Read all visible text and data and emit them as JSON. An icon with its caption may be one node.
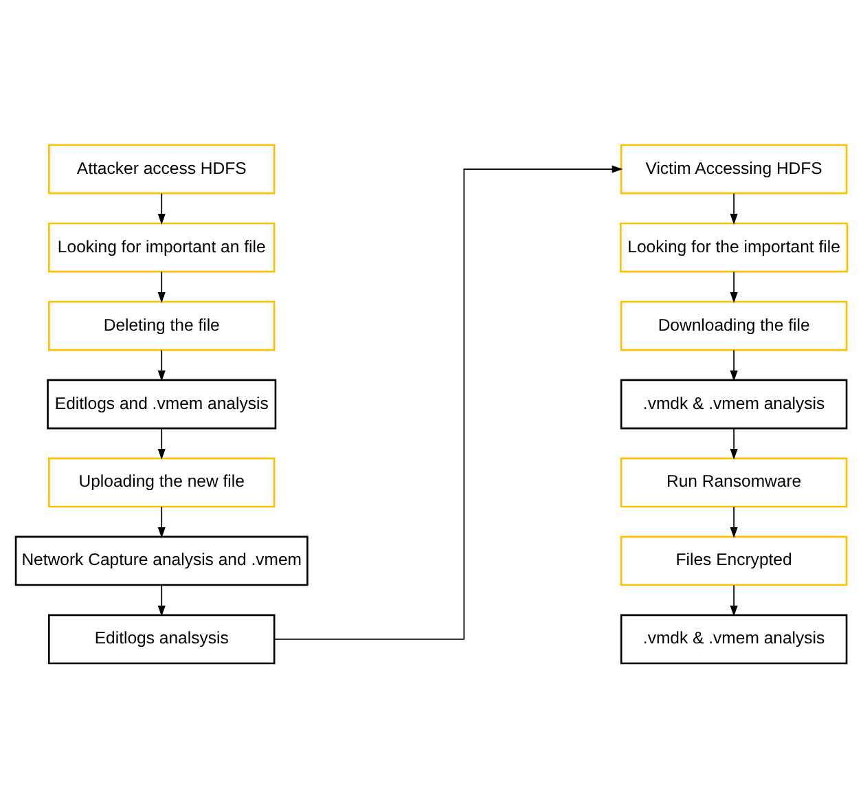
{
  "diagram": {
    "nodes": [
      {
        "text": [
          "Attacker access HDFS"
        ]
      },
      {
        "text": [
          "Looking for important an file"
        ]
      },
      {
        "text": [
          "Deleting the file"
        ]
      },
      {
        "text": [
          "Editlogs and .vmem analysis"
        ]
      },
      {
        "text": [
          "Uploading the new file"
        ]
      },
      {
        "text": [
          "Network Capture analysis and .vmem"
        ]
      },
      {
        "text": [
          "Editlogs analsysis"
        ]
      },
      {
        "text": [
          "Victim Accessing HDFS"
        ]
      },
      {
        "text": [
          "Looking for the important file"
        ]
      },
      {
        "text": [
          "Downloading the file"
        ]
      },
      {
        "text": [
          ".vmdk & .vmem analysis"
        ]
      },
      {
        "text": [
          "Run Ransomware"
        ]
      },
      {
        "text": [
          "Files Encrypted"
        ]
      },
      {
        "text": [
          ".vmdk & .vmem analysis"
        ]
      }
    ],
    "edges": [
      {
        "from": 0,
        "to": 1,
        "arrow": "to"
      },
      {
        "from": 1,
        "to": 2,
        "arrow": "to"
      },
      {
        "from": 2,
        "to": 3,
        "arrow": "to"
      },
      {
        "from": 3,
        "to": 4,
        "arrow": "to"
      },
      {
        "from": 4,
        "to": 5,
        "arrow": "to"
      },
      {
        "from": 5,
        "to": 6,
        "arrow": "to"
      },
      {
        "from": 6,
        "to": 7,
        "arrow": "to"
      },
      {
        "from": 7,
        "to": 8,
        "arrow": "to"
      },
      {
        "from": 8,
        "to": 9,
        "arrow": "to"
      },
      {
        "from": 9,
        "to": 10,
        "arrow": "to"
      },
      {
        "from": 10,
        "to": 11,
        "arrow": "to"
      },
      {
        "from": 11,
        "to": 12,
        "arrow": "to"
      },
      {
        "from": 12,
        "to": 13,
        "arrow": "to"
      }
    ]
  }
}
